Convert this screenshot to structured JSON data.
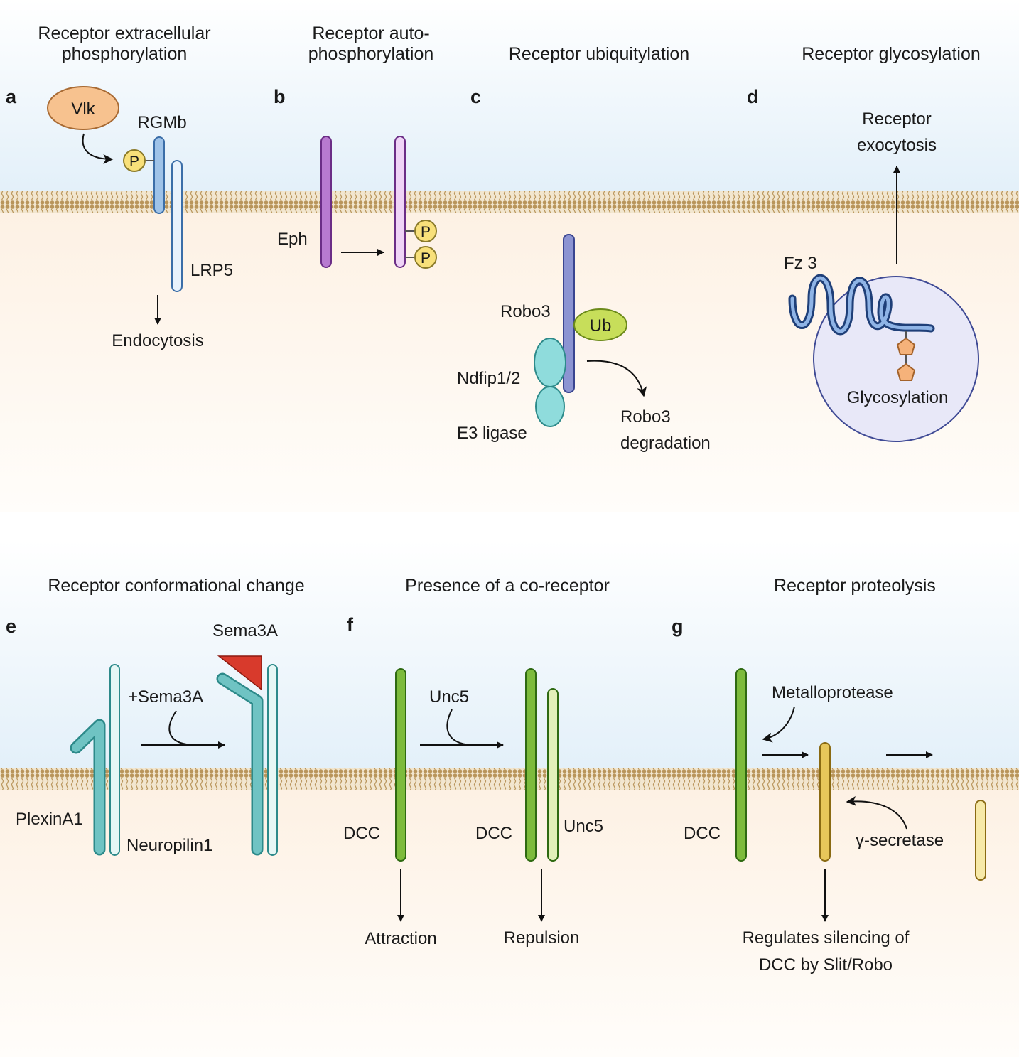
{
  "panels": {
    "a": {
      "letter": "a",
      "title_line1": "Receptor extracellular",
      "title_line2": "phosphorylation",
      "vlk": "Vlk",
      "rgmb": "RGMb",
      "phospho": "P",
      "lrp5": "LRP5",
      "outcome": "Endocytosis"
    },
    "b": {
      "letter": "b",
      "title_line1": "Receptor auto-",
      "title_line2": "phosphorylation",
      "eph": "Eph",
      "phospho": "P"
    },
    "c": {
      "letter": "c",
      "title": "Receptor ubiquitylation",
      "robo3": "Robo3",
      "ub": "Ub",
      "ndfip": "Ndfip1/2",
      "e3": "E3 ligase",
      "outcome_line1": "Robo3",
      "outcome_line2": "degradation"
    },
    "d": {
      "letter": "d",
      "title": "Receptor glycosylation",
      "outcome_line1": "Receptor",
      "outcome_line2": "exocytosis",
      "fz3": "Fz 3",
      "glyco": "Glycosylation"
    },
    "e": {
      "letter": "e",
      "title": "Receptor conformational change",
      "sema3a": "Sema3A",
      "add_sema": "+Sema3A",
      "plexin": "PlexinA1",
      "neuropilin": "Neuropilin1"
    },
    "f": {
      "letter": "f",
      "title": "Presence of a co-receptor",
      "unc5_arrow": "Unc5",
      "dcc_left": "DCC",
      "dcc_right": "DCC",
      "unc5": "Unc5",
      "attraction": "Attraction",
      "repulsion": "Repulsion"
    },
    "g": {
      "letter": "g",
      "title": "Receptor proteolysis",
      "metallo": "Metalloprotease",
      "dcc": "DCC",
      "gamma": "γ-secretase",
      "outcome_line1": "Regulates silencing of",
      "outcome_line2": "DCC by Slit/Robo"
    }
  },
  "colors": {
    "extracellular": "#e3f0f9",
    "cytoplasm": "#fdf5ec",
    "membrane": "#b9955b",
    "rgmb": "#9fc3e8",
    "eph": "#b87ad0",
    "robo3": "#8c94d2",
    "ub": "#c7de5a",
    "ndfip": "#8fdcdc",
    "fz3": "#4f73ad",
    "vesicle": "#e8e8f8",
    "plexin": "#6fc3c3",
    "dcc": "#7dbb3c",
    "unc5": "#e2f0b9",
    "dcc_fragment": "#e7c65a",
    "sema3a": "#d83a2c",
    "phospho": "#f8e07a",
    "vlk": "#f7c28f"
  }
}
